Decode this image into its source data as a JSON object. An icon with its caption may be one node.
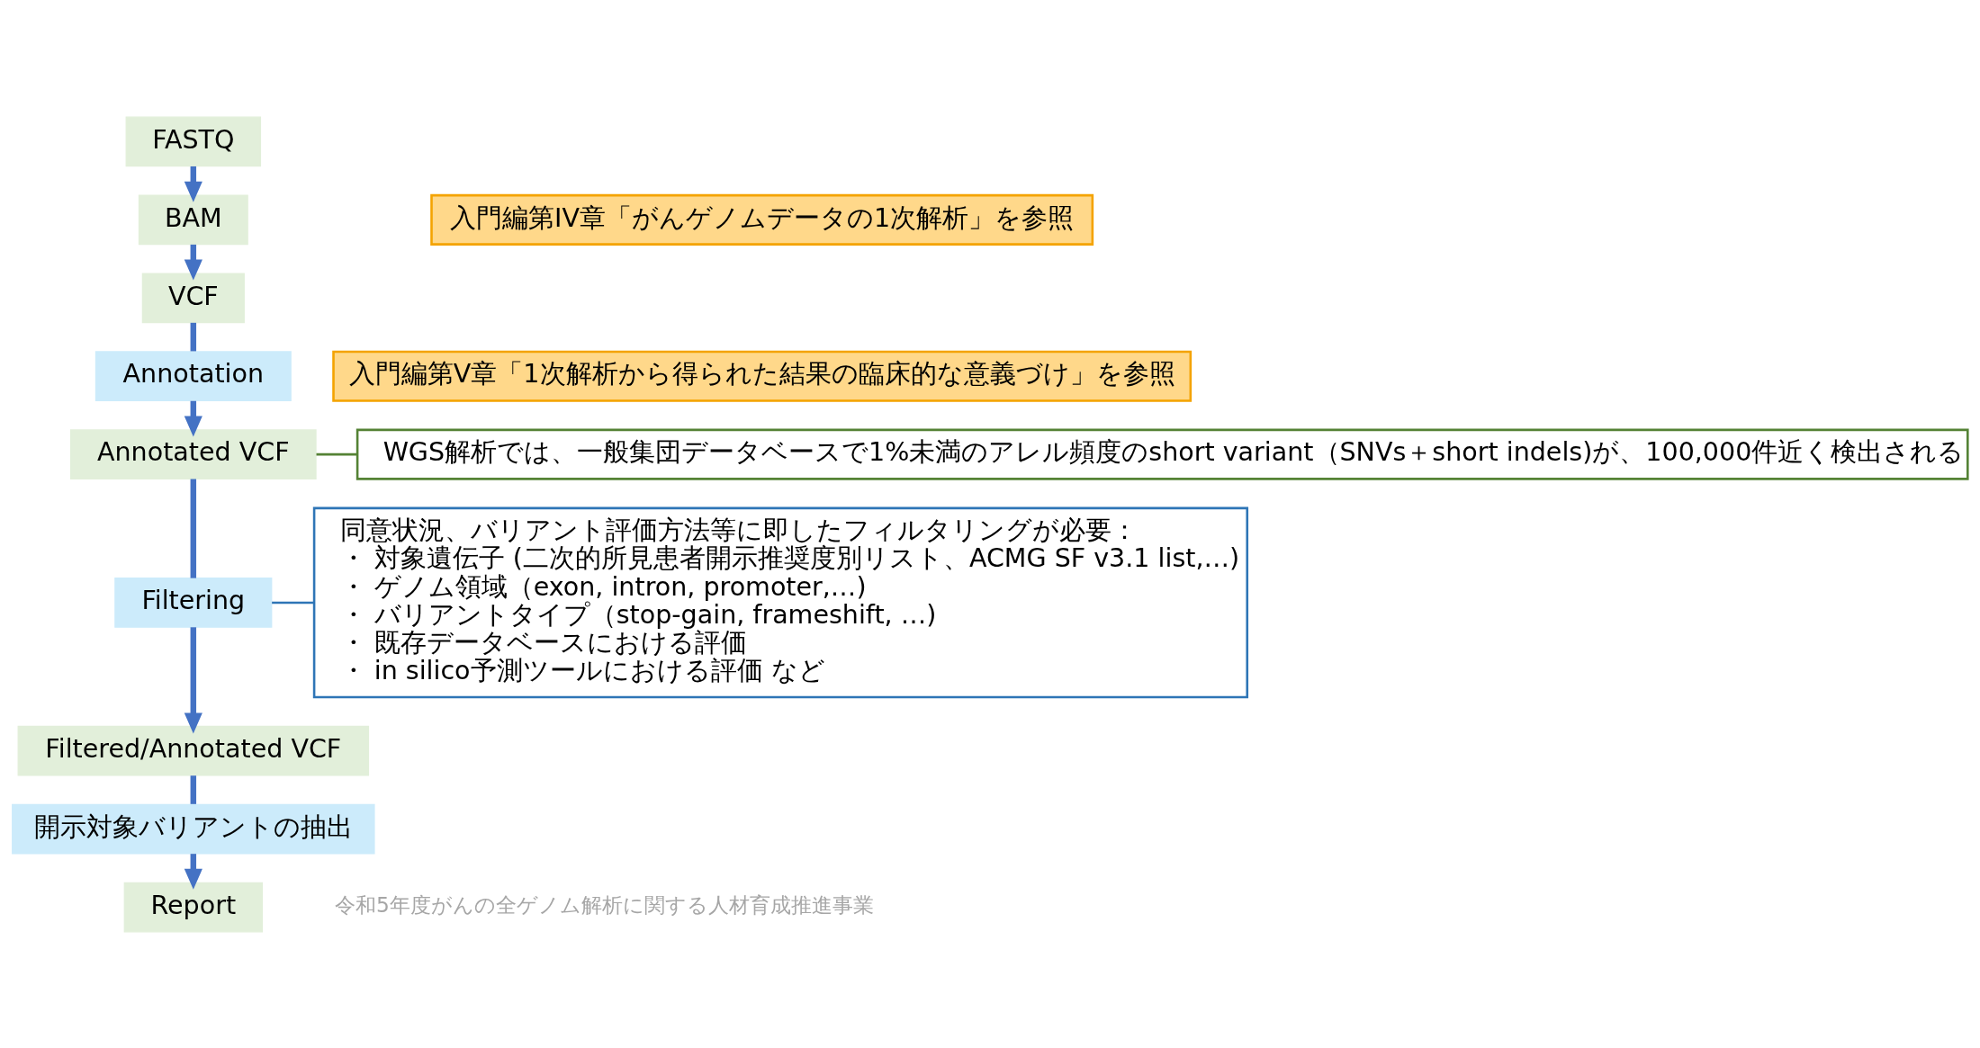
{
  "diagram": {
    "nodes": [
      {
        "text": [
          "FASTQ"
        ]
      },
      {
        "text": [
          "BAM"
        ]
      },
      {
        "text": [
          "VCF"
        ]
      },
      {
        "text": [
          "Annotation"
        ]
      },
      {
        "text": [
          "Annotated VCF"
        ]
      },
      {
        "text": [
          "Filtering"
        ]
      },
      {
        "text": [
          "Filtered/Annotated VCF"
        ]
      },
      {
        "text": [
          "開示対象バリアントの抽出"
        ]
      },
      {
        "text": [
          "Report"
        ]
      },
      {
        "text": [
          "入門編第IV章「がんゲノムデータの1次解析」を参照"
        ]
      },
      {
        "text": [
          "入門編第V章「1次解析から得られた結果の臨床的な意義づけ」を参照"
        ]
      },
      {
        "text": [
          "WGS解析では、一般集団データベースで1%未満のアレル頻度のshort variant（SNVs＋short indels)が、100,000件近く検出される"
        ]
      },
      {
        "text": [
          "同意状況、バリアント評価方法等に即したフィルタリングが必要：",
          "・ 対象遺伝子 (二次的所見患者開示推奨度別リスト、ACMG SF v3.1 list,…)",
          "・ ゲノム領域（exon, intron, promoter,…)",
          "・ バリアントタイプ（stop-gain, frameshift, …)",
          "・ 既存データベースにおける評価",
          "・ in silico予測ツールにおける評価 など"
        ]
      }
    ],
    "edges": [
      {
        "from": 0,
        "to": 1,
        "arrow": "to"
      },
      {
        "from": 1,
        "to": 2,
        "arrow": "to"
      },
      {
        "from": 2,
        "to": 3,
        "arrow": "none"
      },
      {
        "from": 3,
        "to": 4,
        "arrow": "to"
      },
      {
        "from": 4,
        "to": 5,
        "arrow": "none"
      },
      {
        "from": 5,
        "to": 6,
        "arrow": "to"
      },
      {
        "from": 6,
        "to": 7,
        "arrow": "none"
      },
      {
        "from": 7,
        "to": 8,
        "arrow": "to"
      },
      {
        "from": 4,
        "to": 11,
        "arrow": "none",
        "color": "#548235"
      },
      {
        "from": 5,
        "to": 12,
        "arrow": "none",
        "color": "#2e75b6"
      }
    ],
    "labels": [
      "令和5年度がんの全ゲノム解析に関する人材育成推進事業"
    ]
  }
}
